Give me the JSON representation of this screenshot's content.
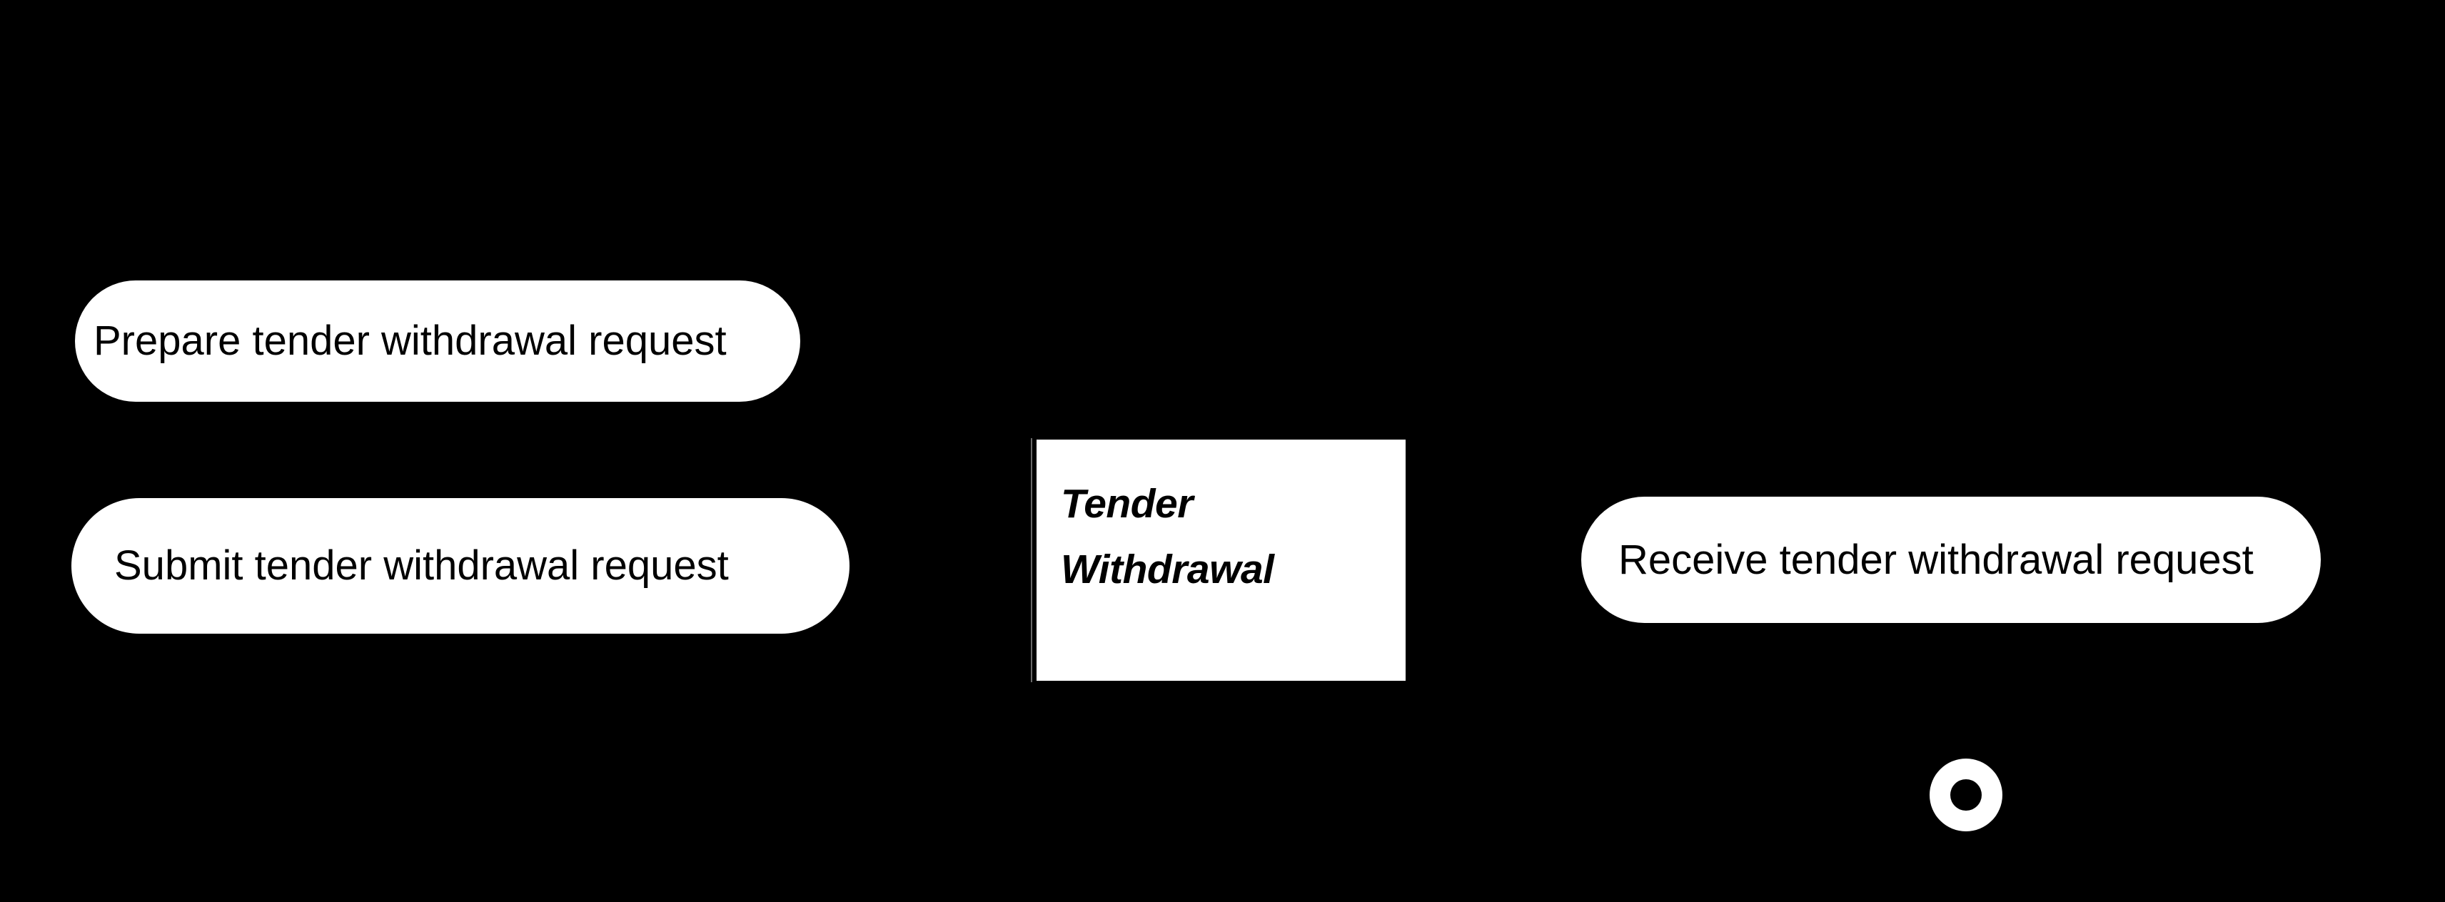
{
  "diagram": {
    "background_color": "#000000",
    "shape_fill": "#ffffff",
    "text_color": "#000000",
    "divider_color": "#6a6a6a",
    "nodes": {
      "prepare": {
        "label": "Prepare tender withdrawal request",
        "type": "task-pill"
      },
      "submit": {
        "label": "Submit tender withdrawal request",
        "type": "task-pill"
      },
      "receive": {
        "label": "Receive tender withdrawal request",
        "type": "task-pill"
      },
      "tender_withdrawal": {
        "label": "Tender\nWithdrawal",
        "type": "message-box"
      },
      "end_event": {
        "label": "",
        "type": "end-event-ring"
      }
    }
  }
}
